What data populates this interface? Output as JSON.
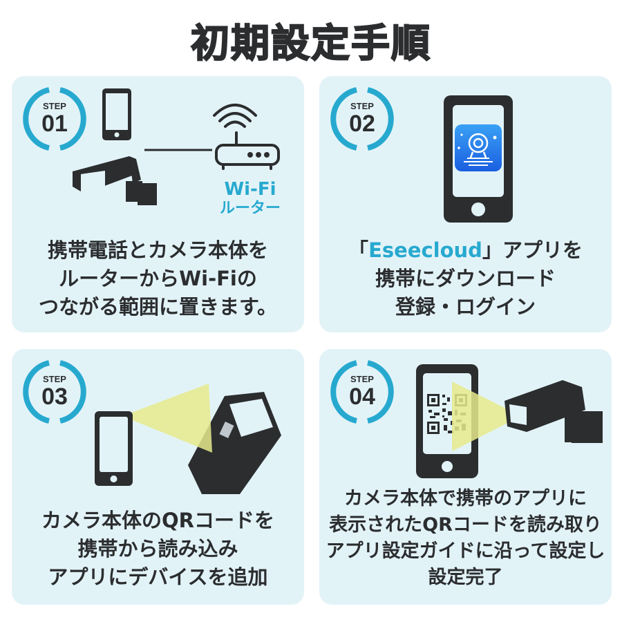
{
  "page": {
    "title": "初期設定手順"
  },
  "colors": {
    "accent": "#27a9cf",
    "panel_bg": "#e2f3f8",
    "dark": "#2b2d2f",
    "beam": "#e6ea8c",
    "app_icon_top": "#3aa0f5",
    "app_icon_bottom": "#1a5fe0"
  },
  "steps": [
    {
      "step_label": "STEP",
      "number": "01",
      "icons": [
        "smartphone-icon",
        "security-camera-icon",
        "wifi-router-icon"
      ],
      "router_label_line1": "Wi-Fi",
      "router_label_line2": "ルーター",
      "caption_lines": [
        "携帯電話とカメラ本体を",
        "ルーターからWi-Fiの",
        "つながる範囲に置きます。"
      ]
    },
    {
      "step_label": "STEP",
      "number": "02",
      "icons": [
        "smartphone-icon",
        "eseecloud-app-icon"
      ],
      "caption_line1_prefix": "「",
      "caption_app_name": "Eseecloud",
      "caption_line1_suffix": "」アプリを",
      "caption_lines": [
        "携帯にダウンロード",
        "登録・ログイン"
      ]
    },
    {
      "step_label": "STEP",
      "number": "03",
      "icons": [
        "smartphone-icon",
        "scan-beam-icon",
        "camera-qr-label-icon"
      ],
      "caption_lines": [
        "カメラ本体のQRコードを",
        "携帯から読み込み",
        "アプリにデバイスを追加"
      ]
    },
    {
      "step_label": "STEP",
      "number": "04",
      "icons": [
        "smartphone-qr-icon",
        "scan-beam-icon",
        "security-camera-icon"
      ],
      "caption_lines": [
        "カメラ本体で携帯のアプリに",
        "表示されたQRコードを読み取り",
        "アプリ設定ガイドに沿って設定し",
        "設定完了"
      ]
    }
  ]
}
